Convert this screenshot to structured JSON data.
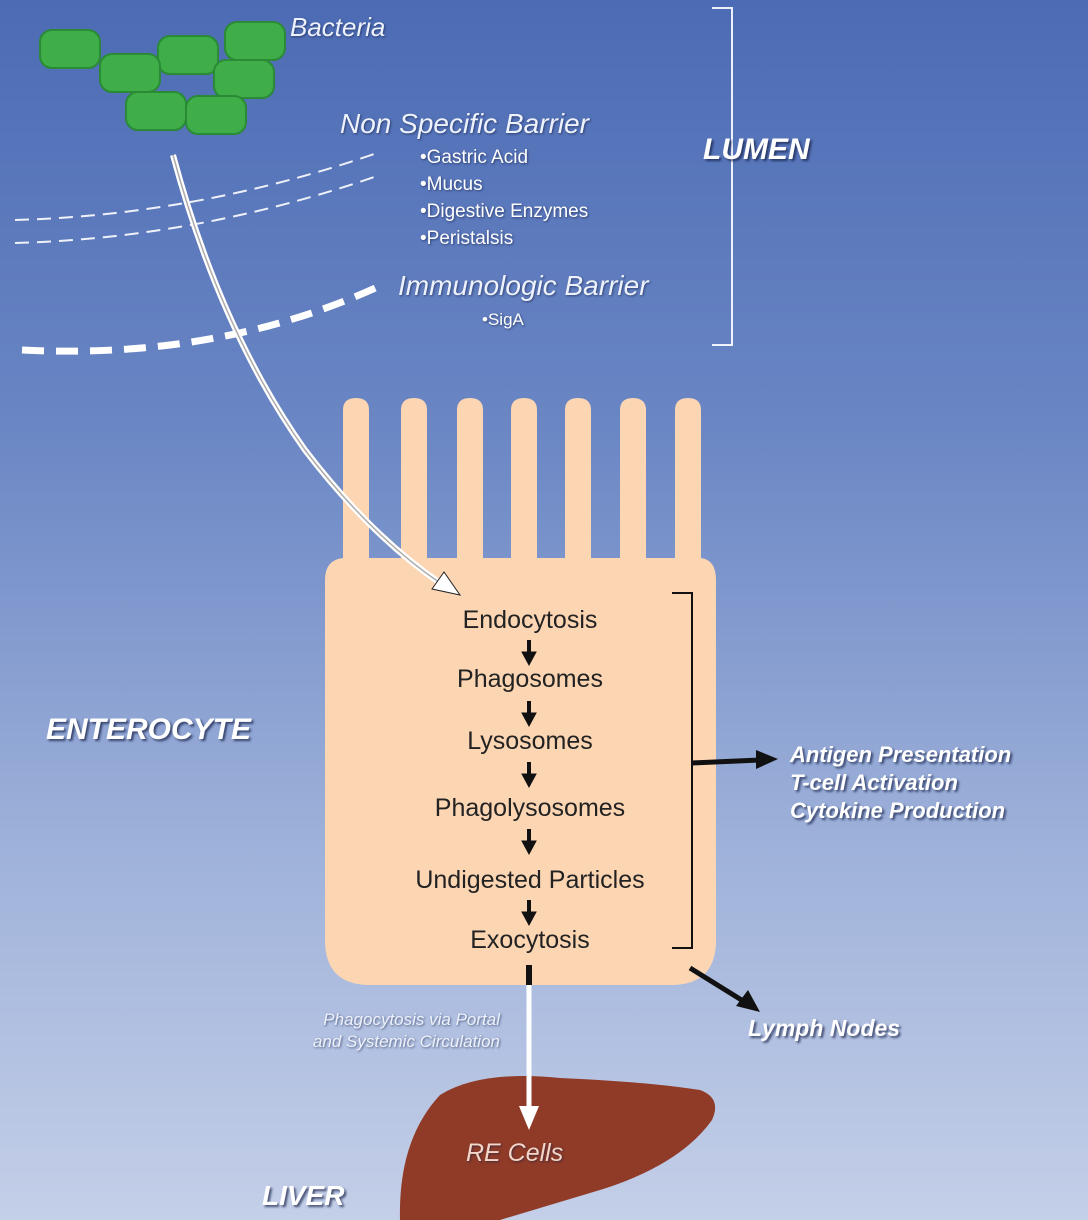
{
  "labels": {
    "bacteria": "Bacteria",
    "non_specific_barrier": "Non Specific Barrier",
    "immunologic_barrier": "Immunologic Barrier",
    "lumen": "LUMEN",
    "enterocyte": "ENTEROCYTE",
    "liver": "LIVER",
    "re_cells": "RE Cells",
    "lymph_nodes": "Lymph Nodes",
    "circulation_line1": "Phagocytosis via Portal",
    "circulation_line2": "and Systemic Circulation"
  },
  "non_specific_items": [
    "•Gastric Acid",
    "•Mucus",
    "•Digestive Enzymes",
    "•Peristalsis"
  ],
  "immunologic_items": [
    "•SigA"
  ],
  "steps": [
    "Endocytosis",
    "Phagosomes",
    "Lysosomes",
    "Phagolysosomes",
    "Undigested Particles",
    "Exocytosis"
  ],
  "outcomes": [
    "Antigen Presentation",
    "T-cell Activation",
    "Cytokine Production"
  ],
  "colors": {
    "bacteria": "#3fae49",
    "cell": "#fcd5b3",
    "liver": "#8f3b28",
    "arrow": "#111111"
  }
}
